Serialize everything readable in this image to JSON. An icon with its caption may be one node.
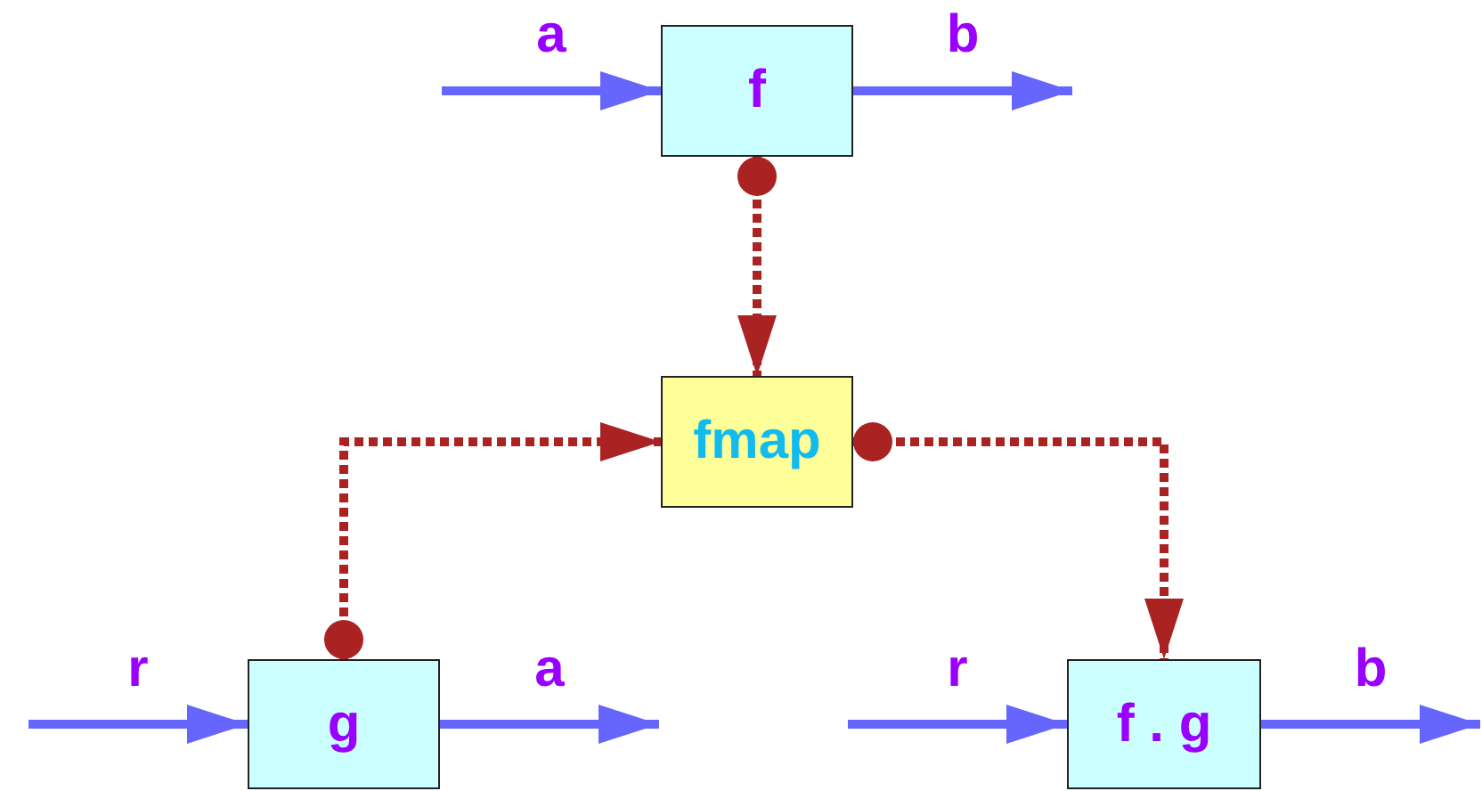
{
  "diagram": {
    "nodes": [
      {
        "text": [
          "f"
        ]
      },
      {
        "text": [
          "fmap"
        ]
      },
      {
        "text": [
          "g"
        ]
      },
      {
        "text": [
          "f . g"
        ]
      }
    ],
    "edges": [
      {
        "from": null,
        "to": 0,
        "arrow": "to",
        "label": "a"
      },
      {
        "from": 0,
        "to": null,
        "arrow": "to",
        "label": "b"
      },
      {
        "from": 0,
        "to": 1,
        "arrow": "to",
        "style": "dashed",
        "color": "#aa2222"
      },
      {
        "from": 2,
        "to": 1,
        "arrow": "to",
        "style": "dashed",
        "color": "#aa2222"
      },
      {
        "from": 1,
        "to": 3,
        "arrow": "to",
        "style": "dashed",
        "color": "#aa2222"
      },
      {
        "from": null,
        "to": 2,
        "arrow": "to",
        "label": "r"
      },
      {
        "from": 2,
        "to": null,
        "arrow": "to",
        "label": "a"
      },
      {
        "from": null,
        "to": 3,
        "arrow": "to",
        "label": "r"
      },
      {
        "from": 3,
        "to": null,
        "arrow": "to",
        "label": "b"
      }
    ]
  }
}
